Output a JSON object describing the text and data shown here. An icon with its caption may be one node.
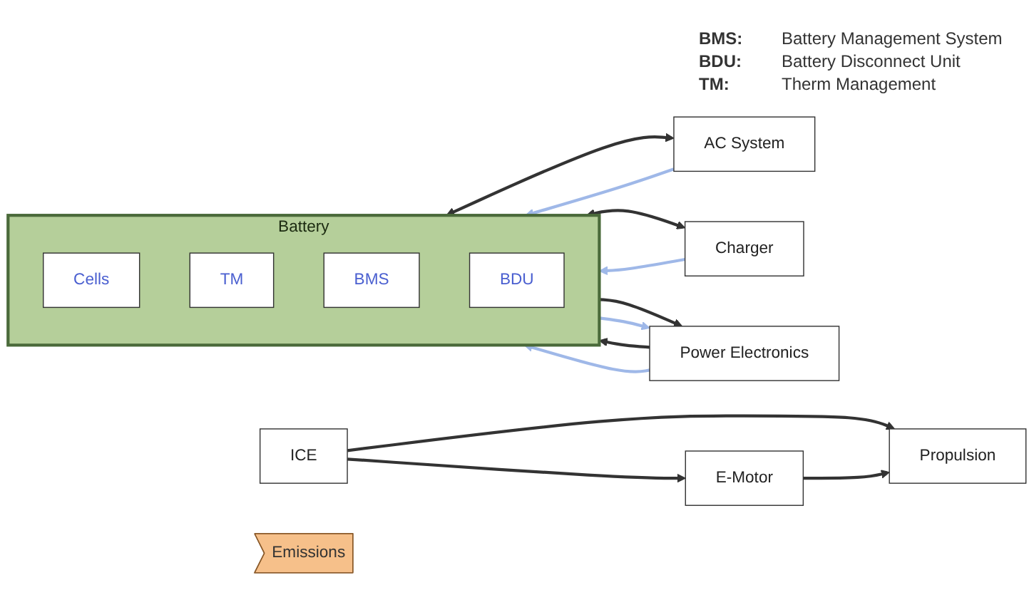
{
  "diagram": {
    "nodes": [
      {
        "text": [
          "Battery"
        ]
      },
      {
        "text": [
          "Cells"
        ],
        "in": 0
      },
      {
        "text": [
          "TM"
        ],
        "in": 0
      },
      {
        "text": [
          "BMS"
        ],
        "in": 0
      },
      {
        "text": [
          "BDU"
        ],
        "in": 0
      },
      {
        "text": [
          "AC System"
        ]
      },
      {
        "text": [
          "Charger"
        ]
      },
      {
        "text": [
          "Power Electronics"
        ]
      },
      {
        "text": [
          "E-Motor"
        ]
      },
      {
        "text": [
          "Propulsion"
        ]
      },
      {
        "text": [
          "ICE"
        ]
      },
      {
        "text": [
          "Emissions"
        ]
      }
    ],
    "edges": [
      {
        "from": 0,
        "to": 5,
        "arrow": "both"
      },
      {
        "from": 5,
        "to": 0,
        "arrow": "to",
        "color": "#9fb8e8"
      },
      {
        "from": 0,
        "to": 7,
        "arrow": "to"
      },
      {
        "from": 7,
        "to": 0,
        "arrow": "to"
      },
      {
        "from": 0,
        "to": 6,
        "arrow": "both"
      },
      {
        "from": 0,
        "to": 7,
        "arrow": "to",
        "color": "#9fb8e8"
      },
      {
        "from": 7,
        "to": 0,
        "arrow": "to",
        "color": "#9fb8e8"
      },
      {
        "from": 6,
        "to": 0,
        "arrow": "to",
        "color": "#9fb8e8"
      },
      {
        "from": 10,
        "to": 8,
        "arrow": "to"
      },
      {
        "from": 10,
        "to": 9,
        "arrow": "to"
      },
      {
        "from": 8,
        "to": 9,
        "arrow": "to"
      }
    ],
    "labels": [
      "BMS:",
      "Battery Management System",
      "BDU:",
      "Battery Disconnect Unit",
      "TM:",
      "Therm Management"
    ]
  }
}
